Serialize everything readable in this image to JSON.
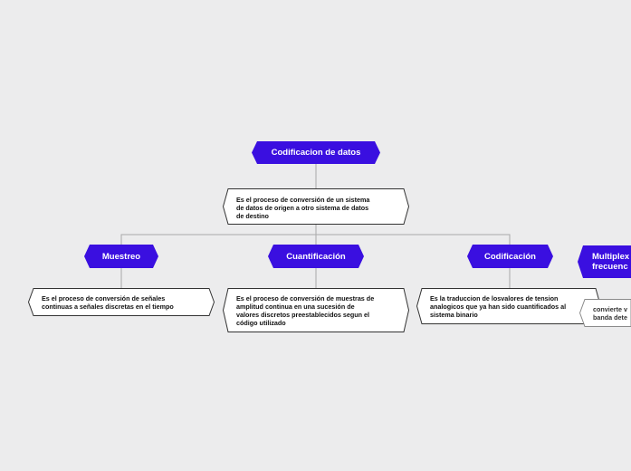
{
  "colors": {
    "background": "#ececed",
    "topic_fill": "#3a0fe0",
    "topic_text": "#ffffff",
    "desc_fill": "#ffffff",
    "desc_border": "#333333",
    "connector": "#a9a9a9"
  },
  "root": {
    "title": "Codificacion de datos",
    "description": "Es el proceso de conversión  de un sistema\nde datos de origen a otro sistema de datos\nde  destino"
  },
  "branches": [
    {
      "title": "Muestreo",
      "description": "Es el proceso de conversión de señales\ncontinuas a señales discretas en el tiempo"
    },
    {
      "title": "Cuantificación",
      "description": "Es el proceso de conversión de muestras de\namplitud continua en una sucesión de\nvalores discretos preestablecidos segun el\ncódigo utilizado"
    },
    {
      "title": "Codificación",
      "description": "Es la traduccion de losvalores de tension\nanalogicos que ya han sido cuantificados al\nsistema binario"
    },
    {
      "title": "Multiplex\nfrecuenc",
      "description": "convierte v\nbanda dete"
    }
  ]
}
